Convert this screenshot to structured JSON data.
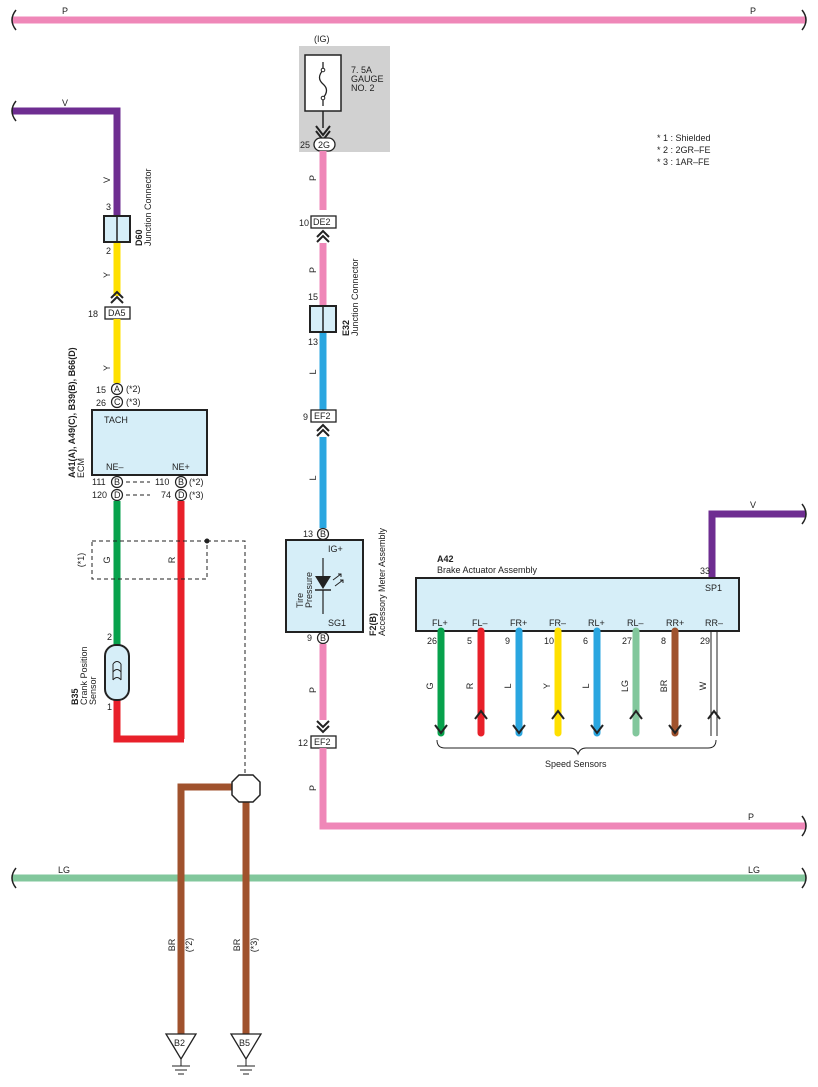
{
  "colors": {
    "P": "#ef87b8",
    "V": "#6e2d91",
    "Y": "#ffe000",
    "L": "#2aa6e0",
    "G": "#07a24c",
    "R": "#e8202a",
    "BR": "#a0522d",
    "LG": "#82c79c",
    "W": "#ffffff",
    "fuse_bg": "#d1d1d1",
    "box_fill": "#d6eef8"
  },
  "notes": [
    "* 1 : Shielded",
    "* 2 : 2GR–FE",
    "* 3 : 1AR–FE"
  ],
  "bus": {
    "p_top_left": "P",
    "p_top_right": "P",
    "v_left": "V",
    "p_right": "P",
    "lg_left": "LG",
    "lg_right": "LG"
  },
  "fuse": {
    "ig": "(IG)",
    "line1": "7. 5A",
    "line2": "GAUGE",
    "line3": "NO. 2",
    "pin_num": "25",
    "pin_conn": "2G"
  },
  "d60": {
    "code": "D60",
    "name": "Junction Connector",
    "pin_top": "3",
    "pin_bottom": "2",
    "wire_top": "V",
    "wire_bottom": "Y"
  },
  "da5": {
    "pin": "18",
    "conn": "DA5",
    "wire": "Y"
  },
  "ecm": {
    "code": "A41(A), A49(C), B39(B), B66(D)",
    "name": "ECM",
    "tach": "TACH",
    "ne_minus": "NE–",
    "ne_plus": "NE+",
    "p15": "15",
    "c15": "A",
    "n15": "(*2)",
    "p26": "26",
    "c26": "C",
    "n26": "(*3)",
    "p111": "111",
    "c111": "B",
    "p120": "120",
    "c120": "D",
    "p110": "110",
    "c110": "B",
    "n110": "(*2)",
    "p74": "74",
    "c74": "D",
    "n74": "(*3)"
  },
  "shield": {
    "note": "(*1)",
    "wire_g": "G",
    "wire_r": "R"
  },
  "b35": {
    "code": "B35",
    "name1": "Crank Position",
    "name2": "Sensor",
    "pin_top": "2",
    "pin_bottom": "1"
  },
  "de2": {
    "pin": "10",
    "conn": "DE2",
    "wire": "P"
  },
  "e32": {
    "code": "E32",
    "name": "Junction Connector",
    "pin_top": "15",
    "pin_bottom": "13",
    "wire_top": "P",
    "wire_bottom": "L"
  },
  "ef2a": {
    "pin": "9",
    "conn": "EF2"
  },
  "f2": {
    "code": "F2(B)",
    "name": "Accessory Meter Assembly",
    "p13": "13",
    "c13": "B",
    "ig": "IG+",
    "sg": "SG1",
    "p9": "9",
    "c9": "B",
    "label1": "Tire",
    "label2": "Pressure",
    "wire_below": "P"
  },
  "ef2b": {
    "pin": "12",
    "conn": "EF2",
    "wire": "P"
  },
  "a42": {
    "code": "A42",
    "name": "Brake Actuator Assembly",
    "pin_sp1": "33",
    "sp1": "SP1",
    "wire_sp1": "V",
    "terms": [
      {
        "label": "FL+",
        "pin": "26",
        "wire": "G"
      },
      {
        "label": "FL–",
        "pin": "5",
        "wire": "R"
      },
      {
        "label": "FR+",
        "pin": "9",
        "wire": "L"
      },
      {
        "label": "FR–",
        "pin": "10",
        "wire": "Y"
      },
      {
        "label": "RL+",
        "pin": "6",
        "wire": "L"
      },
      {
        "label": "RL–",
        "pin": "27",
        "wire": "LG"
      },
      {
        "label": "RR+",
        "pin": "8",
        "wire": "BR"
      },
      {
        "label": "RR–",
        "pin": "29",
        "wire": "W"
      }
    ],
    "speed": "Speed Sensors"
  },
  "grounds": {
    "b2": "B2",
    "b5": "B5",
    "br2": "BR",
    "n2": "(*2)",
    "br3": "BR",
    "n3": "(*3)"
  }
}
